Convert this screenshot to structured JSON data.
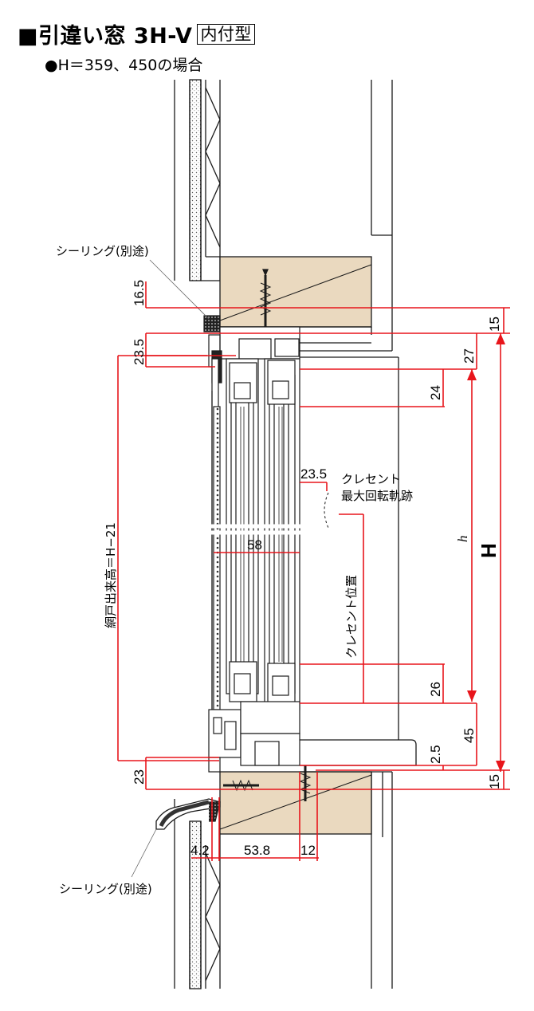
{
  "header": {
    "title": "■引違い窓 3H-V",
    "badge": "内付型",
    "subtitle": "●H＝359、450の場合"
  },
  "labels": {
    "sealing_top": "シーリング(別途)",
    "sealing_bottom": "シーリング(別途)",
    "crescent_line1": "クレセント",
    "crescent_line2": "最大回転軌跡",
    "crescent_position": "クレセント位置",
    "screen_height": "網戸出来高＝H−21",
    "h_small": "h",
    "h_large": "H"
  },
  "dimensions": {
    "d16_5": "16.5",
    "d23_5_left": "23.5",
    "d23_left": "23",
    "d15_top": "15",
    "d27": "27",
    "d24": "24",
    "d23_5_crescent": "23.5",
    "d58": "58",
    "d26": "26",
    "d45": "45",
    "d2_5": "2.5",
    "d15_bottom": "15",
    "d4_2": "4.2",
    "d53_8": "53.8",
    "d12": "12"
  },
  "colors": {
    "dimension_line": "#e8151b",
    "wood": "#ead9bf",
    "drawing": "#1a1a1a"
  }
}
